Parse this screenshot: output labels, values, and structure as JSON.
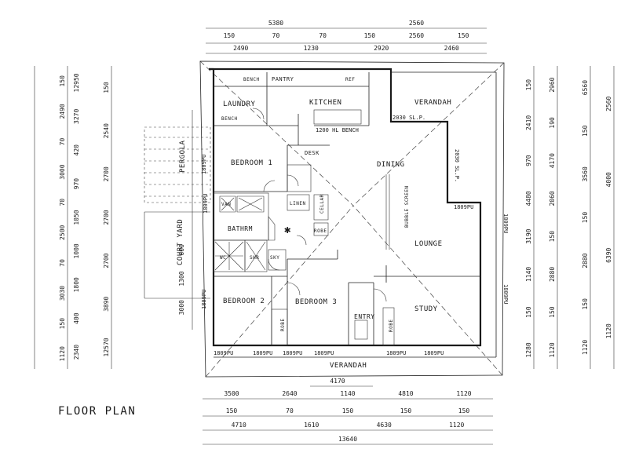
{
  "title": "FLOOR PLAN",
  "rooms": {
    "laundry": "LAUNDRY",
    "kitchen": "KITCHEN",
    "pantry": "PANTRY",
    "verandah_top": "VERANDAH",
    "verandah_bottom": "VERANDAH",
    "bedroom1": "BEDROOM 1",
    "bedroom2": "BEDROOM 2",
    "bedroom3": "BEDROOM 3",
    "dining": "DINING",
    "lounge": "LOUNGE",
    "study": "STUDY",
    "entry": "ENTRY",
    "bathroom": "BATHRM",
    "pergola": "PERGOLA",
    "court_yard": "COURT YARD",
    "desk": "DESK",
    "linen": "LINEN",
    "cellar": "CELLAR",
    "robe1": "ROBE",
    "robe2": "ROBE",
    "robe3": "ROBE",
    "bench1": "BENCH",
    "bench2": "BENCH",
    "ref": "REF",
    "wc": "WC",
    "shower": "SHR",
    "sky": "SKY",
    "vanity": "VAN",
    "bubble_screen": "BUBBLE SCREEN"
  },
  "openings": {
    "kitchen_window": "1200 HL BENCH",
    "verandah_slider": "2030 SL.P.",
    "dining_slider": "2030 SL.P.",
    "bed1_window": "1809PU",
    "bed1_window2": "1809PU",
    "lounge_window": "1809PU",
    "lounge_window2": "1809PU",
    "study_window": "1809PU",
    "bed2_side_window": "1809PU",
    "bottom_w1": "1809PU",
    "bottom_w2": "1809PU",
    "bottom_w3": "1809PU",
    "bottom_w4": "1809PU",
    "bottom_w5": "1809PU",
    "bottom_w6": "1809PU"
  },
  "dims_top": {
    "r1": [
      "150",
      "70",
      "70",
      "150",
      "2560",
      "150"
    ],
    "r2": [
      "2490",
      "1230",
      "2920",
      "2460"
    ],
    "r3": [
      "5380",
      "2560"
    ]
  },
  "dims_left": {
    "a": [
      "150",
      "2490",
      "70",
      "3000",
      "70",
      "2500",
      "70",
      "3030",
      "150",
      "1120"
    ],
    "b": [
      "12950",
      "3270",
      "420",
      "970",
      "1050",
      "1000",
      "1800",
      "400",
      "2340"
    ],
    "c": [
      "150",
      "2540",
      "2700",
      "2700",
      "2700",
      "3890",
      "12570"
    ],
    "ct": [
      "600",
      "1300",
      "3000"
    ]
  },
  "dims_right": {
    "a": [
      "150",
      "2410",
      "970",
      "4480",
      "3190",
      "1140",
      "150",
      "1280"
    ],
    "b": [
      "2960",
      "190",
      "4170",
      "2060",
      "150",
      "2880",
      "150",
      "1120"
    ],
    "c": [
      "6560",
      "150",
      "3560",
      "150",
      "2880",
      "150",
      "1120"
    ],
    "d": [
      "2560",
      "4000",
      "6390",
      "1120"
    ]
  },
  "dims_bottom": {
    "overall": "4170",
    "r1": [
      "3500",
      "2640",
      "1140",
      "4810",
      "1120"
    ],
    "r2": [
      "150",
      "70",
      "150",
      "150",
      "150"
    ],
    "r3": [
      "4710",
      "1610",
      "4630",
      "1120"
    ],
    "r4": [
      "13640"
    ]
  }
}
